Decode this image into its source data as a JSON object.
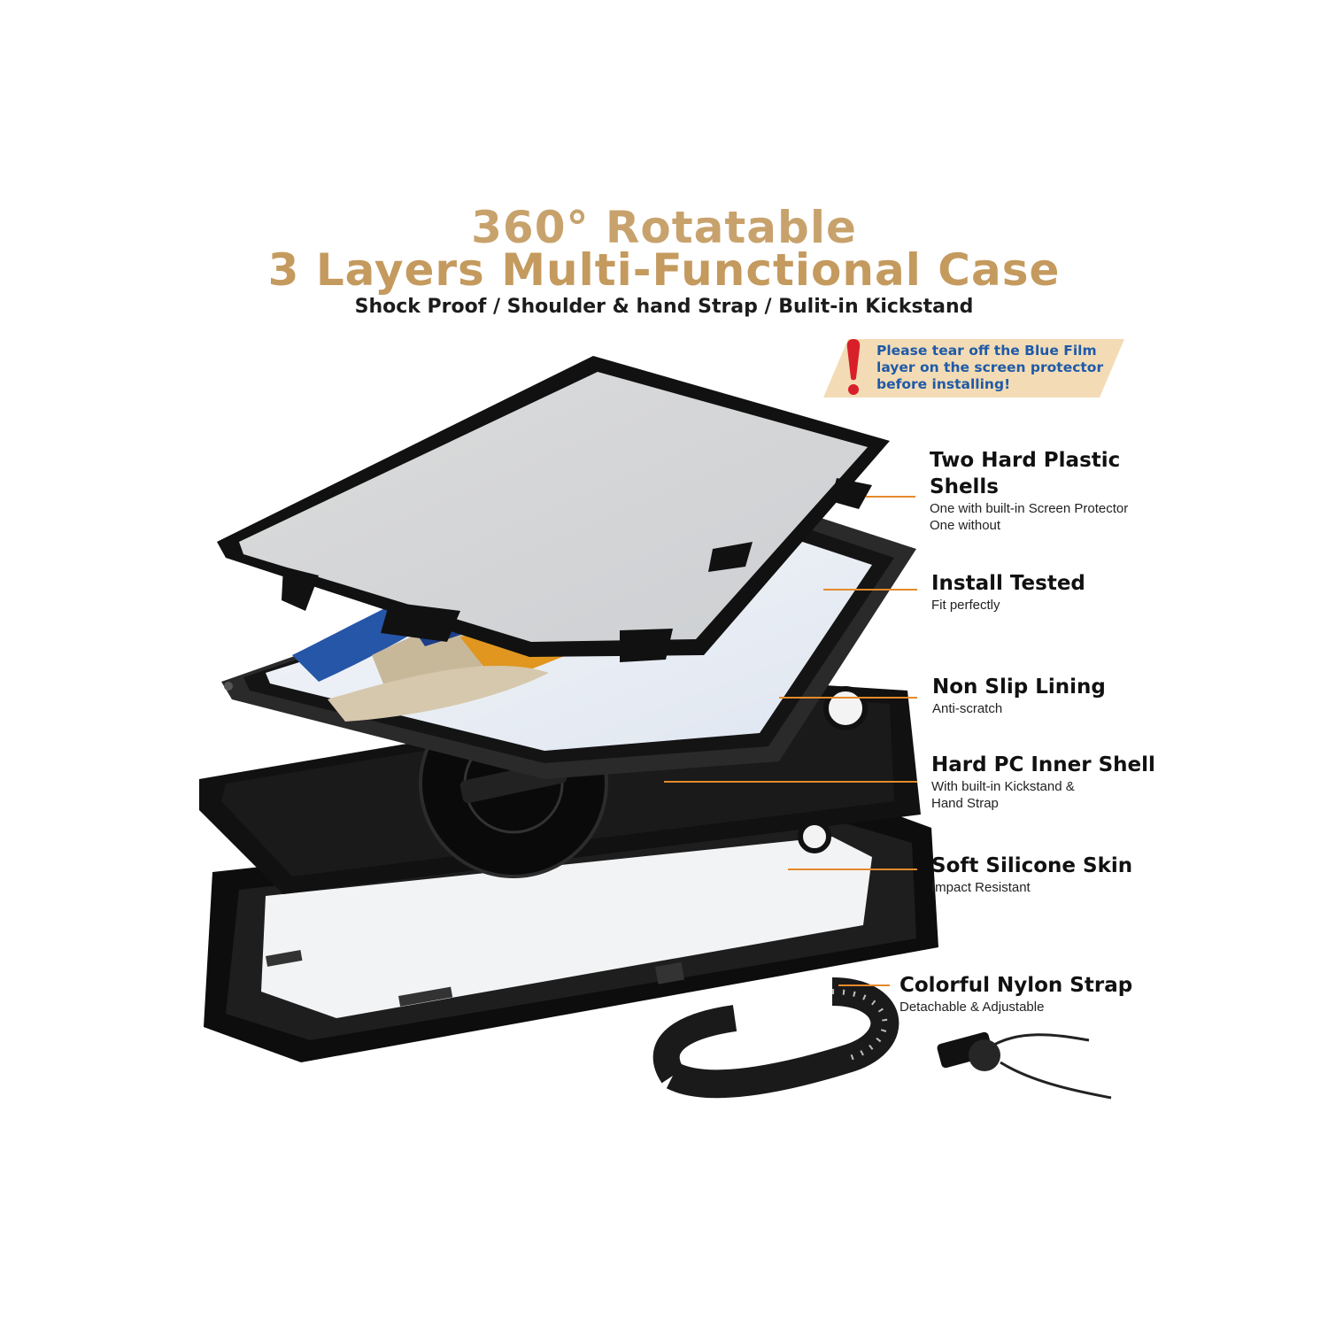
{
  "header": {
    "title_line1": "360° Rotatable",
    "title_line2": "3 Layers Multi-Functional Case",
    "subtitle": "Shock Proof / Shoulder & hand Strap / Bulit-in Kickstand"
  },
  "notice": {
    "text": "Please tear off the Blue Film layer on the screen protector before installing!",
    "icon": "exclamation-icon"
  },
  "features": [
    {
      "title_lines": [
        "Two Hard Plastic",
        "Shells"
      ],
      "desc_lines": [
        "One with built-in Screen Protector",
        "One without"
      ]
    },
    {
      "title_lines": [
        "Install Tested"
      ],
      "desc_lines": [
        "Fit perfectly"
      ]
    },
    {
      "title_lines": [
        "Non Slip Lining"
      ],
      "desc_lines": [
        "Anti-scratch"
      ]
    },
    {
      "title_lines": [
        "Hard PC Inner Shell"
      ],
      "desc_lines": [
        "With built-in Kickstand &",
        "Hand Strap"
      ]
    },
    {
      "title_lines": [
        "Soft Silicone Skin"
      ],
      "desc_lines": [
        "Impact Resistant"
      ]
    },
    {
      "title_lines": [
        "Colorful Nylon Strap"
      ],
      "desc_lines": [
        "Detachable & Adjustable"
      ]
    }
  ],
  "colors": {
    "title_gold": "#c49a5e",
    "leader_orange": "#e58a2b",
    "notice_blue": "#1f5aa8",
    "notice_red": "#d8202a",
    "notice_bg": "#f3dcb5"
  }
}
